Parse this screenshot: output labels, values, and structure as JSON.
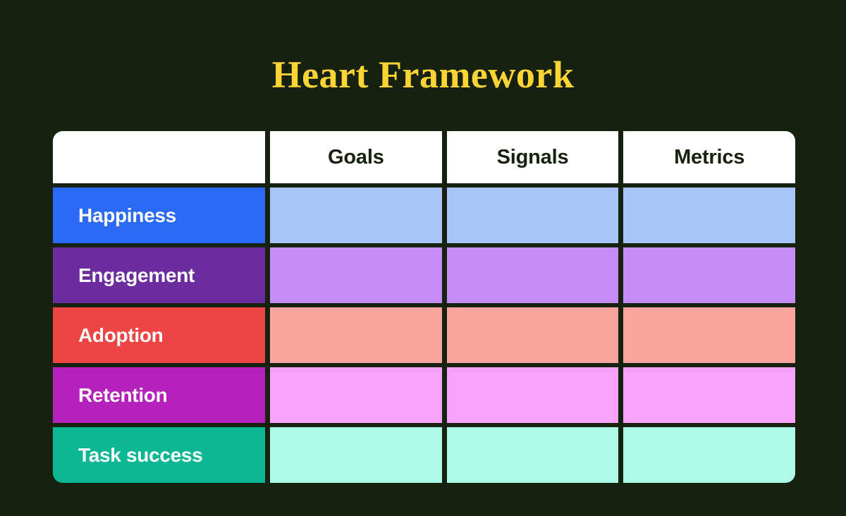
{
  "page": {
    "background_color": "#16210f",
    "title": "Heart Framework",
    "title_color": "#fcd535"
  },
  "table": {
    "corner_header_label": "",
    "columns": [
      {
        "label": "Goals"
      },
      {
        "label": "Signals"
      },
      {
        "label": "Metrics"
      }
    ],
    "header_background": "#ffffff",
    "header_text_color": "#16210f",
    "rows": [
      {
        "label": "Happiness",
        "label_background": "#2a6af5",
        "label_text_color": "#ffffff",
        "cell_background": "#a8c5f8",
        "cells": [
          "",
          "",
          ""
        ]
      },
      {
        "label": "Engagement",
        "label_background": "#6b2d9e",
        "label_text_color": "#ffffff",
        "cell_background": "#c58ef7",
        "cells": [
          "",
          "",
          ""
        ]
      },
      {
        "label": "Adoption",
        "label_background": "#ed4444",
        "label_text_color": "#ffffff",
        "cell_background": "#faa49d",
        "cells": [
          "",
          "",
          ""
        ]
      },
      {
        "label": "Retention",
        "label_background": "#b521bb",
        "label_text_color": "#ffffff",
        "cell_background": "#f7a3fb",
        "cells": [
          "",
          "",
          ""
        ]
      },
      {
        "label": "Task success",
        "label_background": "#0cb793",
        "label_text_color": "#ffffff",
        "cell_background": "#abfbe6",
        "cells": [
          "",
          "",
          ""
        ]
      }
    ]
  }
}
